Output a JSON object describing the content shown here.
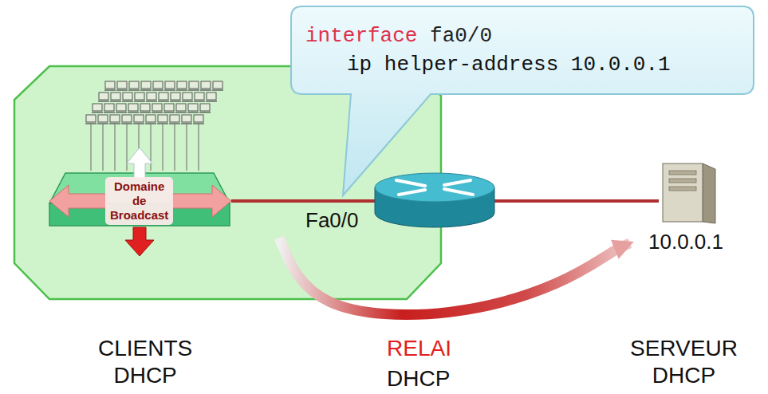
{
  "diagram": {
    "nodes": [
      {
        "text": [
          "interface fa0/0",
          "ip helper-address 10.0.0.1"
        ]
      },
      {
        "text": [
          "Domaine de Broadcast"
        ]
      },
      {
        "text": [
          "Fa0/0"
        ]
      },
      {
        "text": [
          "10.0.0.1"
        ]
      }
    ],
    "edges": [
      {
        "from": 1,
        "to": 2,
        "arrow": "none"
      },
      {
        "from": 2,
        "to": 3,
        "arrow": "none"
      },
      {
        "from": 2,
        "to": 3,
        "arrow": "to"
      }
    ],
    "labels": [
      "CLIENTS DHCP",
      "RELAI",
      "DHCP",
      "SERVEUR DHCP"
    ]
  }
}
